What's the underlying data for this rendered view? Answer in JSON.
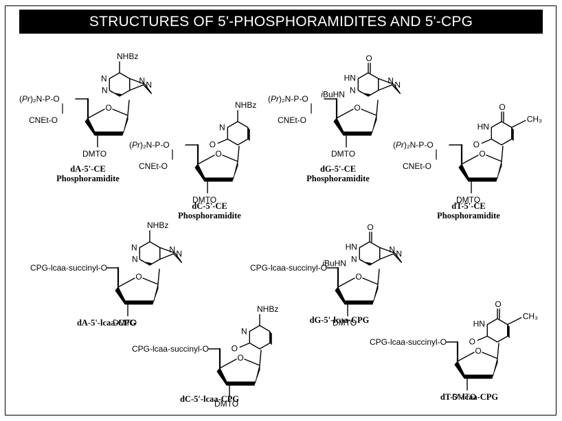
{
  "title": "STRUCTURES OF 5'-PHOSPHORAMIDITES AND 5'-CPG",
  "phosphoramidite_prefix": "Pr",
  "phosphoramidite_group_upper_pre": "(",
  "phosphoramidite_group_upper_post": ")₂N-P-O",
  "phosphoramidite_group_lower": "CNEt-O",
  "dmto_label": "DMTO",
  "cpg_linker": "CPG-lcaa-succinyl-O",
  "protecting_groups": {
    "adenine": "NHBz",
    "cytosine": "NHBz",
    "cytosine_cpg": "NHBz",
    "guanine_prefix": "i",
    "guanine": "BuHN",
    "thymine_methyl": "CH₃"
  },
  "ring_atoms": {
    "N": "N",
    "HN": "HN",
    "O": "O"
  },
  "compounds": [
    {
      "id": "dA-CE",
      "line1": "dA-5'-CE",
      "line2": "Phosphoramidite"
    },
    {
      "id": "dC-CE",
      "line1": "dC-5'-CE",
      "line2": "Phosphoramidite"
    },
    {
      "id": "dG-CE",
      "line1": "dG-5'-CE",
      "line2": "Phosphoramidite"
    },
    {
      "id": "dT-CE",
      "line1": "dT-5'-CE",
      "line2": "Phosphoramidite"
    },
    {
      "id": "dA-CPG",
      "line1": "dA-5'-lcaa-CPG"
    },
    {
      "id": "dC-CPG",
      "line1": "dC-5'-lcaa-CPG"
    },
    {
      "id": "dG-CPG",
      "line1": "dG-5'-lcaa-CPG"
    },
    {
      "id": "dT-CPG",
      "line1": "dT-5'-lcaa-CPG"
    }
  ]
}
